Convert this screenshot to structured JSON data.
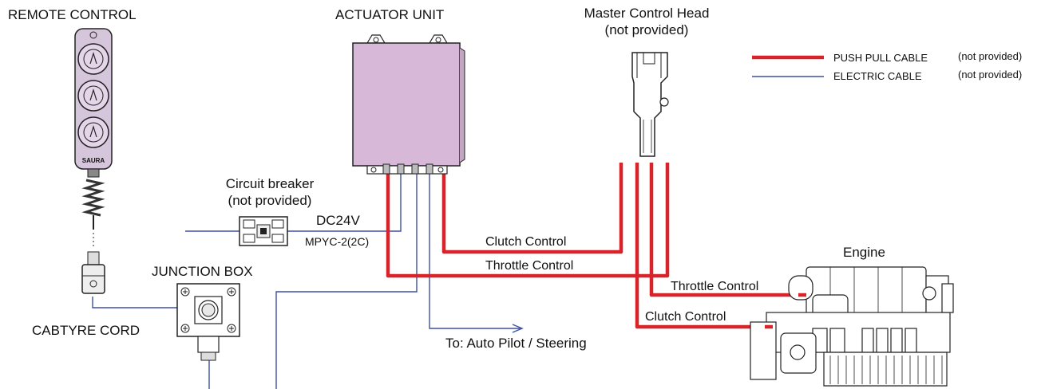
{
  "labels": {
    "remote_control": "REMOTE  CONTROL",
    "actuator_unit": "ACTUATOR UNIT",
    "master_head_line1": "Master Control Head",
    "master_head_line2": "(not provided)",
    "circuit_breaker_line1": "Circuit breaker",
    "circuit_breaker_line2": "(not provided)",
    "dc24v": "DC24V",
    "mpyc": "MPYC-2(2C)",
    "junction_box": "JUNCTION BOX",
    "cabtyre_cord": "CABTYRE CORD",
    "clutch_control_top": "Clutch Control",
    "throttle_control_top": "Throttle Control",
    "throttle_control_engine": "Throttle Control",
    "clutch_control_engine": "Clutch Control",
    "engine": "Engine",
    "auto_pilot": "To: Auto Pilot / Steering",
    "remote_brand": "SAURA"
  },
  "legend": [
    {
      "label": "PUSH PULL CABLE",
      "note": "(not provided)",
      "color": "#d8232a"
    },
    {
      "label": "ELECTRIC CABLE",
      "note": "(not provided)",
      "color": "#3d4fa6"
    }
  ],
  "colors": {
    "push_pull": "#d8232a",
    "electric": "#3d4fa6",
    "device_fill": "#d8b8d8",
    "remote_fill": "#d6c6dc"
  }
}
